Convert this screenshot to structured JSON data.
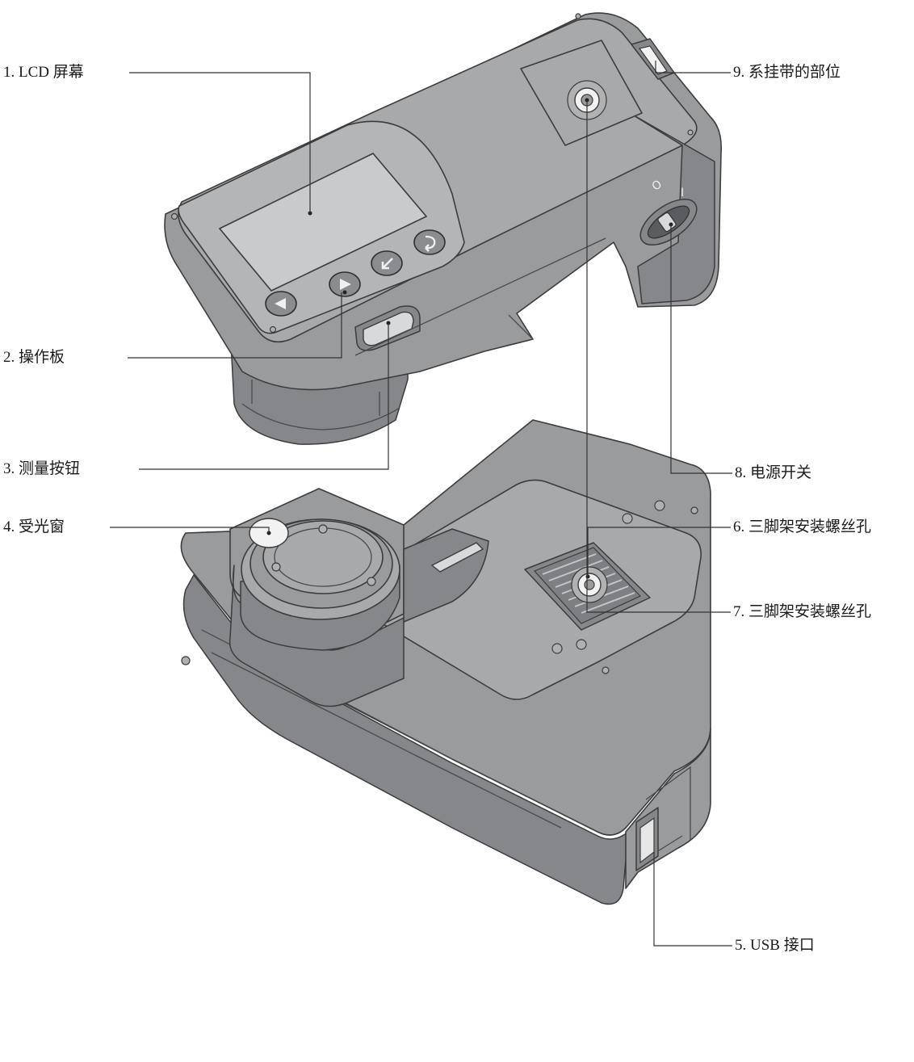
{
  "callouts": {
    "c1": "1. LCD 屏幕",
    "c2": "2. 操作板",
    "c3": "3. 测量按钮",
    "c4": "4. 受光窗",
    "c5": "5. USB 接口",
    "c6": "6. 三脚架安装螺丝孔",
    "c7": "7. 三脚架安装螺丝孔",
    "c8": "8. 电源开关",
    "c9": "9. 系挂带的部位"
  },
  "switch_marks": {
    "off": "O",
    "on": "I"
  },
  "colors": {
    "body": "#9a9b9d",
    "outline": "#3c3c3c",
    "leader": "#333333"
  }
}
